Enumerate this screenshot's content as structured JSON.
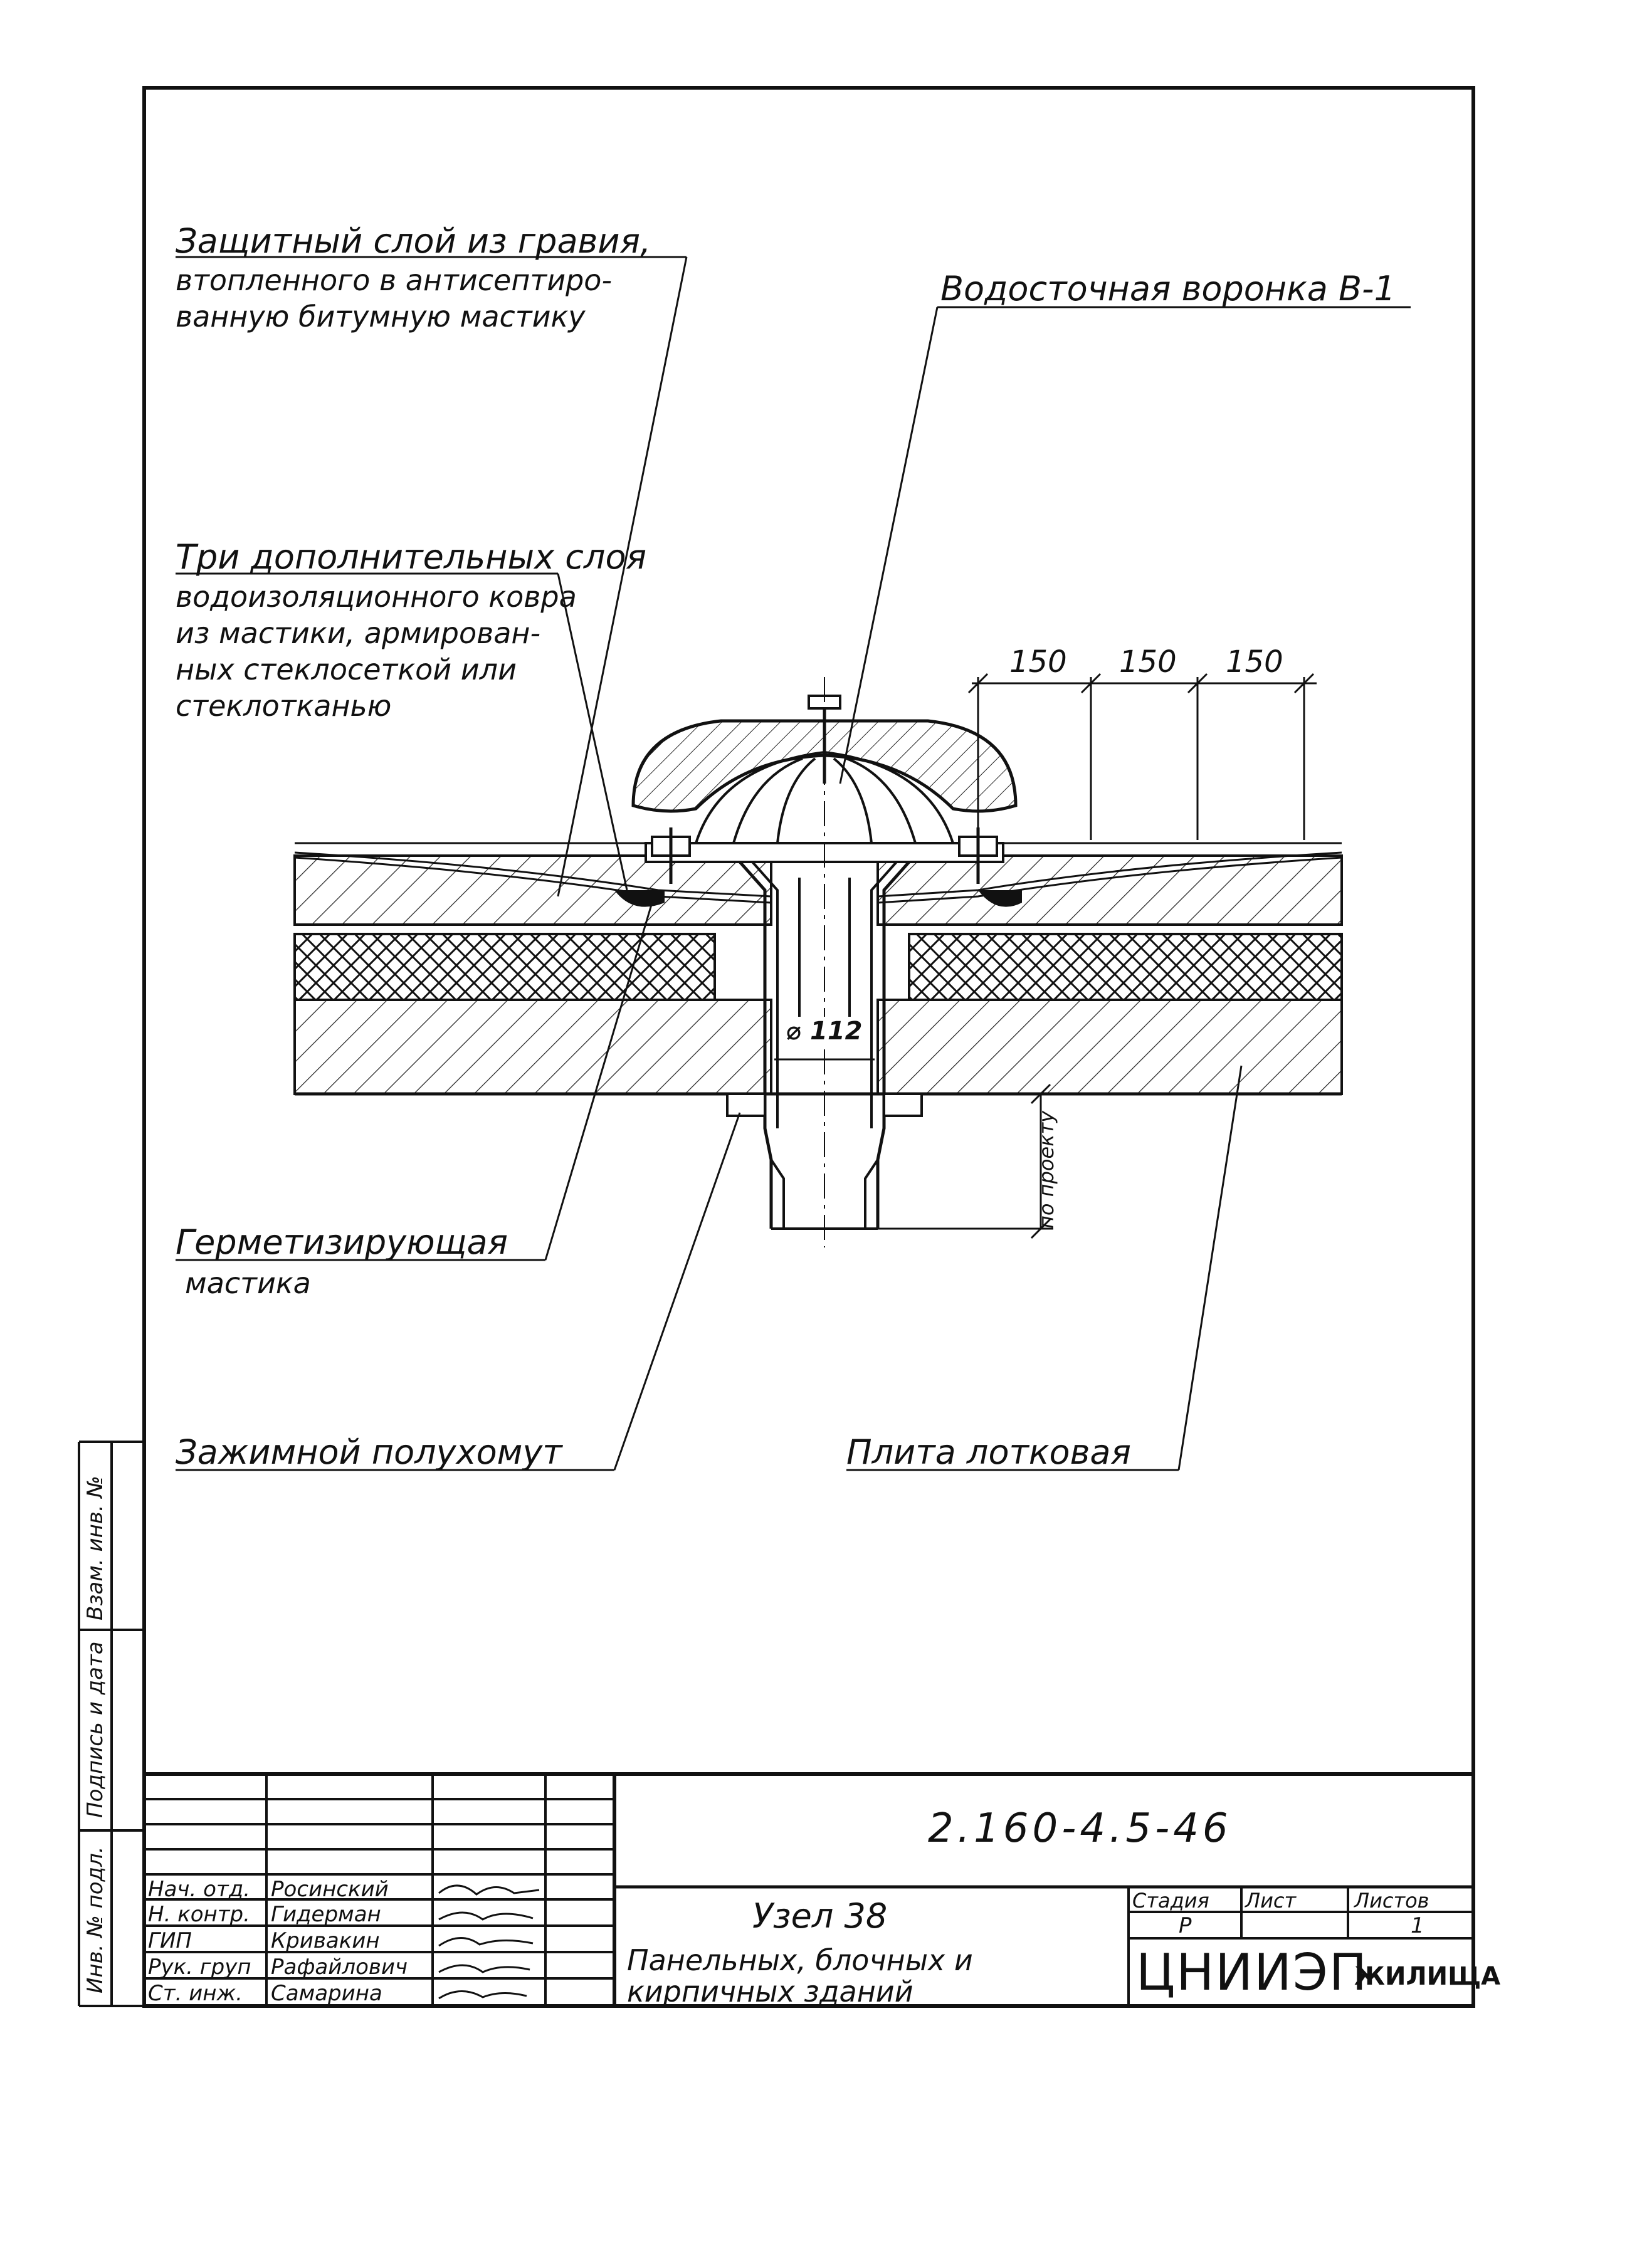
{
  "labels": {
    "gravel_1": "Защитный слой из гравия,",
    "gravel_2": "втопленного в антисептиро-",
    "gravel_3": "ванную битумную мастику",
    "funnel": "Водосточная воронка В-1",
    "layers_1": "Три дополнительных слоя",
    "layers_2": "водоизоляционного ковра",
    "layers_3": "из мастики, армирован-",
    "layers_4": "ных стеклосеткой или",
    "layers_5": "стеклотканью",
    "sealant_1": "Герметизирующая",
    "sealant_2": "мастика",
    "clamp": "Зажимной полухомут",
    "slab": "Плита лотковая"
  },
  "dimensions": {
    "d1": "150",
    "d2": "150",
    "d3": "150",
    "diameter": "⌀ 112",
    "by_project": "по проекту"
  },
  "title_block": {
    "doc_code": "2.160-4.5-46",
    "roles": [
      "Нач. отд.",
      "Н. контр.",
      "ГИП",
      "Рук. груп",
      "Ст. инж."
    ],
    "names": [
      "Росинский",
      "Гидерман",
      "Кривакин",
      "Рафайлович",
      "Самарина"
    ],
    "node_title": "Узел 38",
    "desc_1": "Панельных, блочных и",
    "desc_2": "кирпичных зданий",
    "stage_h": "Стадия",
    "sheet_h": "Лист",
    "sheets_h": "Листов",
    "stage_v": "Р",
    "sheets_v": "1",
    "org_1": "ЦНИИЭП",
    "org_2": "ЖИЛИЩА"
  },
  "side_stamp": {
    "inv_orig": "Инв. № подл.",
    "sign_date": "Подпись и дата",
    "inv_repl": "Взам. инв. №"
  }
}
